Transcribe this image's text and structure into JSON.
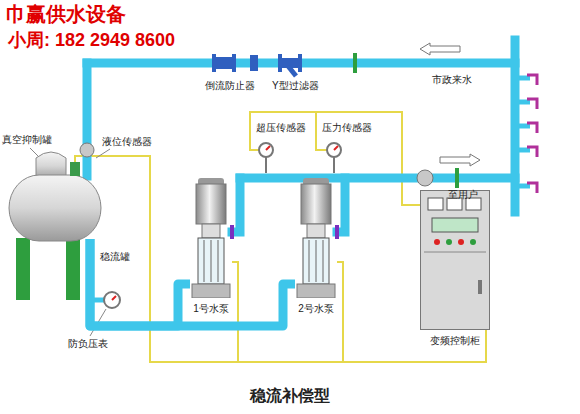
{
  "diagram": {
    "caption": "稳流补偿型",
    "nodes": [
      {
        "text": [
          "稳流罐"
        ]
      },
      {
        "text": [
          "1号水泵"
        ]
      },
      {
        "text": [
          "2号水泵"
        ]
      },
      {
        "text": [
          "变频控制柜"
        ]
      }
    ],
    "edges": [
      {
        "from": 0,
        "to": 1,
        "arrow": "none"
      },
      {
        "from": 0,
        "to": 2,
        "arrow": "none"
      }
    ],
    "labels": [
      "巾赢供水设备",
      "小周: 182 2949 8600",
      "倒流防止器",
      "Y型过滤器",
      "市政来水",
      "真空抑制罐",
      "液位传感器",
      "超压传感器",
      "压力传感器",
      "至用户",
      "防负压表"
    ]
  }
}
